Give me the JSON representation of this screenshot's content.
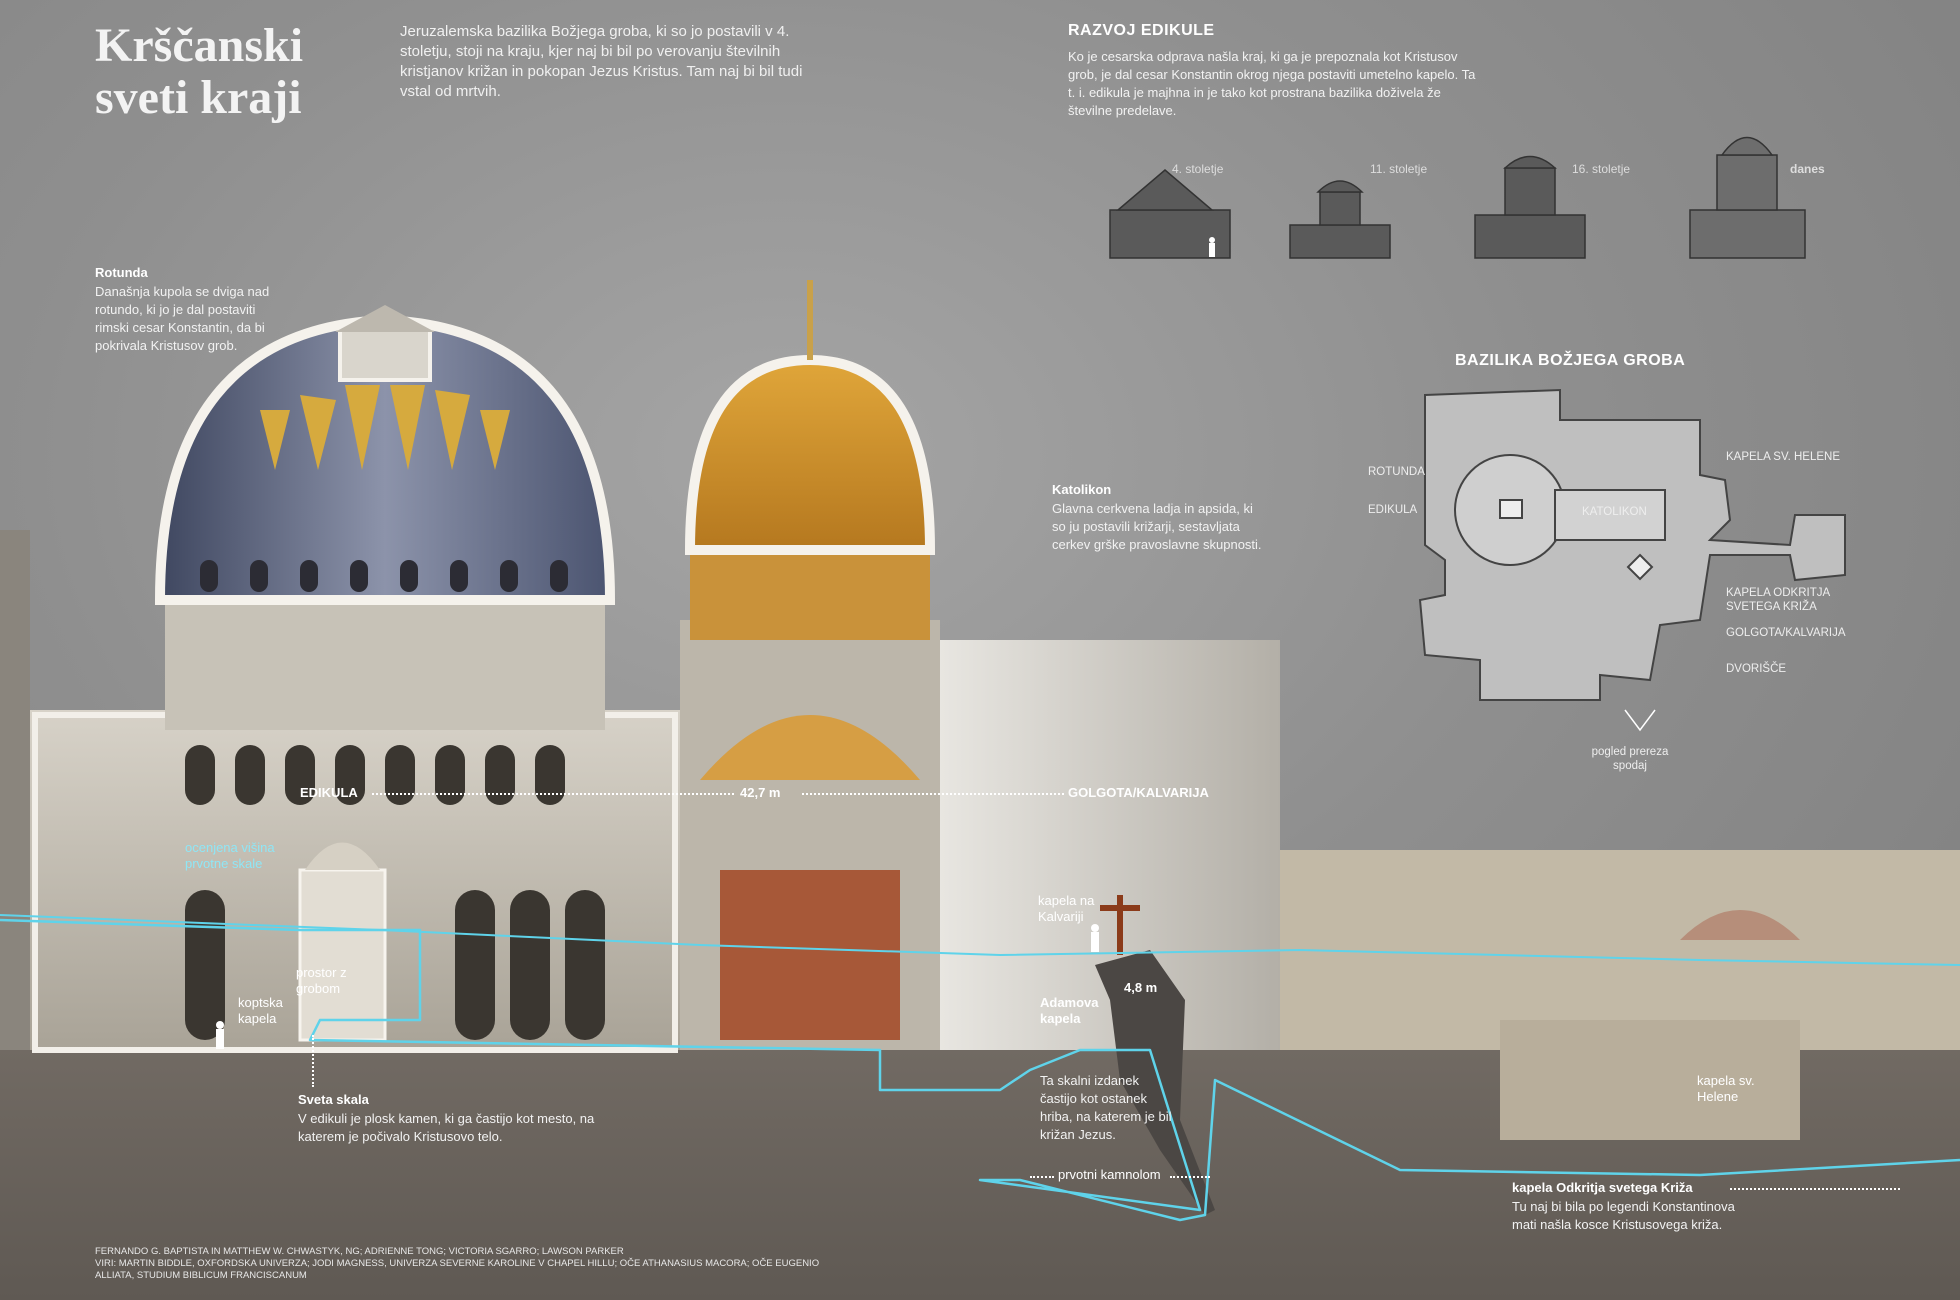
{
  "title": "Krščanski\nsveti kraji",
  "intro": "Jeruzalemska bazilika Božjega groba, ki so jo postavili v 4. stoletju, stoji na kraju, kjer naj bi bil po verovanju številnih kristjanov križan in pokopan Jezus Kristus. Tam naj bi bil tudi vstal od mrtvih.",
  "edicule_dev": {
    "heading": "RAZVOJ EDIKULE",
    "text": "Ko je cesarska odprava našla kraj, ki ga je prepoznala kot Kristusov grob, je dal cesar Konstantin okrog njega postaviti umetelno kapelo. Ta t. i. edikula je majhna in je tako kot prostrana bazilika doživela že številne predelave.",
    "eras": [
      "4. stoletje",
      "11. stoletje",
      "16. stoletje",
      "danes"
    ]
  },
  "plan": {
    "heading": "BAZILIKA BOŽJEGA GROBA",
    "labels": {
      "rotunda": "ROTUNDA",
      "edikula": "EDIKULA",
      "katolikon": "KATOLIKON",
      "kapela_helene": "KAPELA SV. HELENE",
      "kapela_odkritja": "KAPELA ODKRITJA SVETEGA KRIŽA",
      "golgota": "GOLGOTA/KALVARIJA",
      "dvorisce": "DVORIŠČE"
    },
    "view_note": "pogled prereza spodaj"
  },
  "rotunda": {
    "heading": "Rotunda",
    "text": "Današnja kupola se dviga nad rotundo, ki jo je dal postaviti rimski cesar Konstantin, da bi pokrivala Kristusov grob."
  },
  "katolikon": {
    "heading": "Katolikon",
    "text": "Glavna cerkvena ladja in apsida, ki so ju postavili križarji, sestavljata cerkev grške pravoslavne skupnosti."
  },
  "section_labels": {
    "edikula": "EDIKULA",
    "height": "42,7 m",
    "golgota": "GOLGOTA/KALVARIJA",
    "estimate": "ocenjena višina prvotne skale",
    "koptska": "koptska kapela",
    "prostor": "prostor z grobom",
    "kapela_kalvarija": "kapela na Kalvariji",
    "adamova": "Adamova kapela",
    "rock_height": "4,8 m",
    "rock_text": "Ta skalni izdanek častijo kot ostanek hriba, na katerem je bil križan Jezus.",
    "quarry": "prvotni kamnolom",
    "helene": "kapela sv. Helene"
  },
  "sveta_skala": {
    "heading": "Sveta skala",
    "text": "V edikuli je plosk kamen, ki ga častijo kot mesto, na katerem je počivalo Kristusovo telo."
  },
  "odkritje": {
    "heading": "kapela Odkritja svetega Križa",
    "text": "Tu naj bi bila po legendi Konstantinova mati našla kosce Kristusovega križa."
  },
  "credits": "Fernando G. Baptista in Matthew W. Chwastyk, NG; Adrienne Tong; Victoria Sgarro; Lawson Parker\nViri: Martin Biddle, Oxfordska univerza; Jodi Magness, Univerza Severne Karoline v Chapel Hillu; oče Athanasius Macora; oče Eugenio Alliata, Studium Biblicum Franciscanum",
  "colors": {
    "background": "#8f8f8f",
    "ground": "#6e6862",
    "rock": "#4a4643",
    "cyan_line": "#5fd3ea",
    "dome_blue": "#59637d",
    "gold": "#c9922c",
    "stone": "#c9c3b8"
  }
}
